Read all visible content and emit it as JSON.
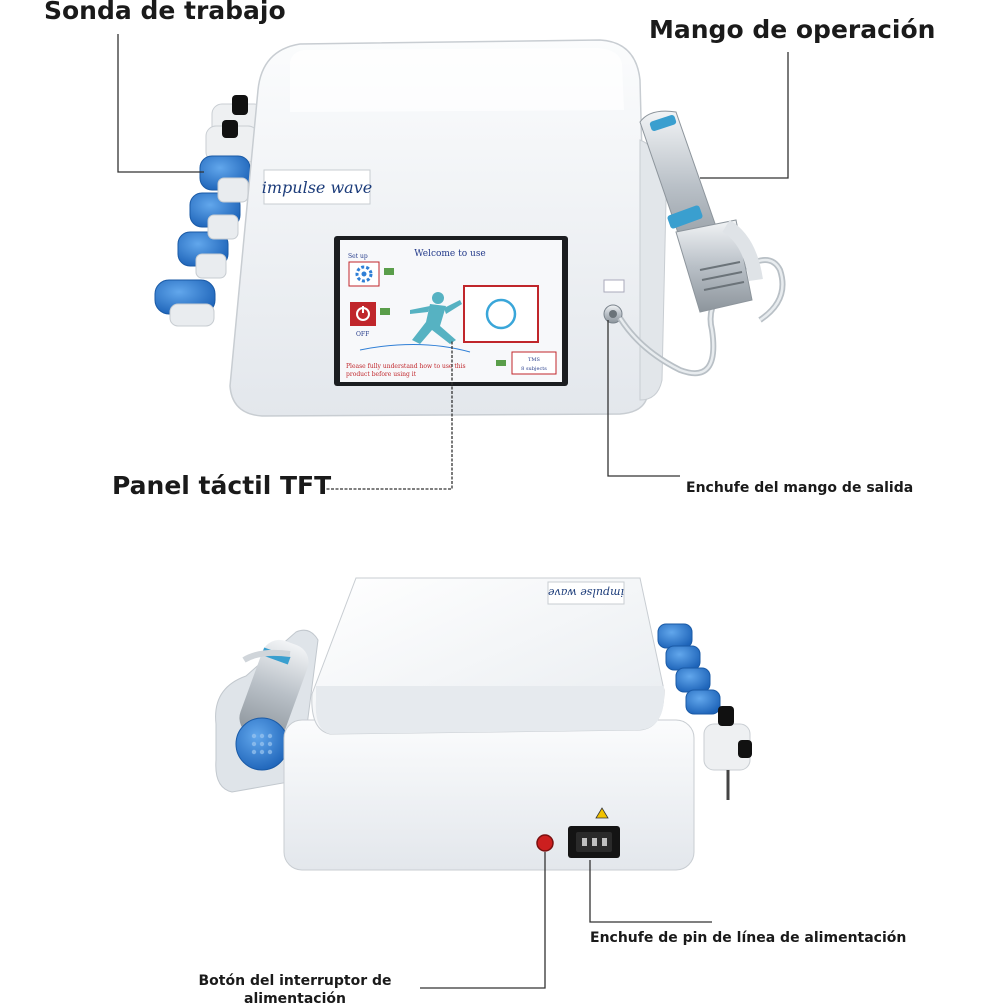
{
  "labels": {
    "work_probe": "Sonda de trabajo",
    "operation_handle": "Mango de operación",
    "tft_panel": "Panel táctil TFT",
    "output_handle_socket": "Enchufe del mango de salida",
    "power_pin_socket": "Enchufe de pin de línea de alimentación",
    "power_switch_button": "Botón del interruptor de alimentación"
  },
  "device": {
    "brand": "impulse wave"
  },
  "screen": {
    "title": "Welcome to use",
    "setup": "Set up",
    "off": "OFF",
    "notice_line1": "Please fully understand how to use this",
    "notice_line2": "product before using it",
    "info_box_line1": "TMS",
    "info_box_line2": "8 subjects"
  },
  "colors": {
    "probe_blue": "#2f7fd6",
    "handle_accent": "#3a9fcf",
    "power_red": "#cc1f1f",
    "screen_frame_red": "#c0262b",
    "runner_teal": "#3aa6b9",
    "callout_line": "#333333"
  }
}
